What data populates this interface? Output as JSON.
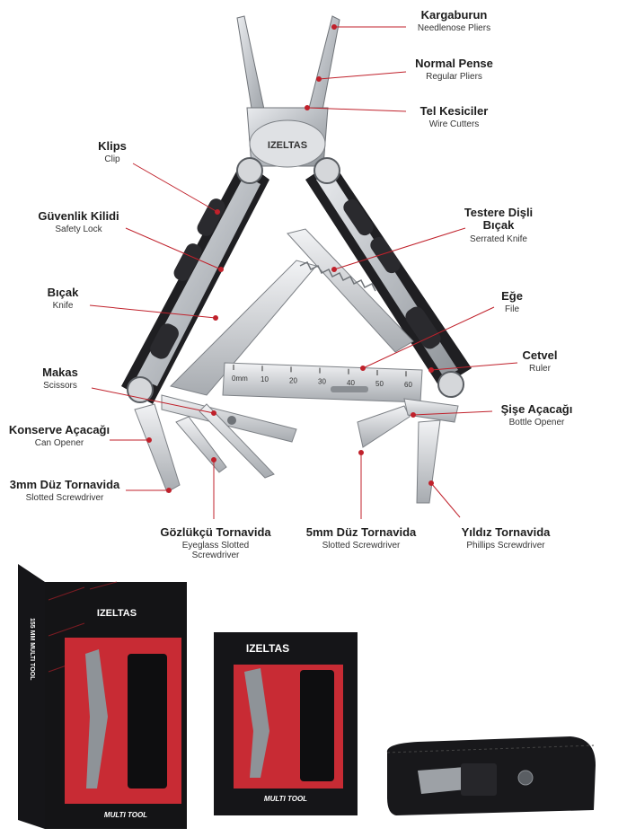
{
  "colors": {
    "accent_red": "#c0212b",
    "steel": "#c9ccd0",
    "handle_black": "#1f1f22"
  },
  "brand": "IZELTAS",
  "labels": [
    {
      "id": "kargaburun",
      "title": "Kargaburun",
      "subtitle": "Needlenose Pliers"
    },
    {
      "id": "normal-pense",
      "title": "Normal Pense",
      "subtitle": "Regular Pliers"
    },
    {
      "id": "tel-kesiciler",
      "title": "Tel Kesiciler",
      "subtitle": "Wire Cutters"
    },
    {
      "id": "klips",
      "title": "Klips",
      "subtitle": "Clip"
    },
    {
      "id": "guvenlik-kilidi",
      "title": "Güvenlik Kilidi",
      "subtitle": "Safety Lock"
    },
    {
      "id": "testere-disli-bicak",
      "title": "Testere Dişli Bıçak",
      "subtitle": "Serrated Knife"
    },
    {
      "id": "bicak",
      "title": "Bıçak",
      "subtitle": "Knife"
    },
    {
      "id": "ege",
      "title": "Eğe",
      "subtitle": "File"
    },
    {
      "id": "cetvel",
      "title": "Cetvel",
      "subtitle": "Ruler"
    },
    {
      "id": "makas",
      "title": "Makas",
      "subtitle": "Scissors"
    },
    {
      "id": "sise-acacagi",
      "title": "Şişe Açacağı",
      "subtitle": "Bottle Opener"
    },
    {
      "id": "konserve-acacagi",
      "title": "Konserve Açacağı",
      "subtitle": "Can Opener"
    },
    {
      "id": "3mm-duz-tornavida",
      "title": "3mm Düz Tornavida",
      "subtitle": "Slotted Screwdriver"
    },
    {
      "id": "gozlukcu-tornavida",
      "title": "Gözlükçü Tornavida",
      "subtitle": "Eyeglass Slotted Screwdriver"
    },
    {
      "id": "5mm-duz-tornavida",
      "title": "5mm Düz Tornavida",
      "subtitle": "Slotted Screwdriver"
    },
    {
      "id": "yildiz-tornavida",
      "title": "Yıldız Tornavida",
      "subtitle": "Phillips Screwdriver"
    }
  ],
  "ruler_marks": [
    "0mm",
    "10",
    "20",
    "30",
    "40",
    "50",
    "60"
  ],
  "package": {
    "side_text": "155 MM MULTI TOOL",
    "bottom_text": "MULTI TOOL"
  }
}
